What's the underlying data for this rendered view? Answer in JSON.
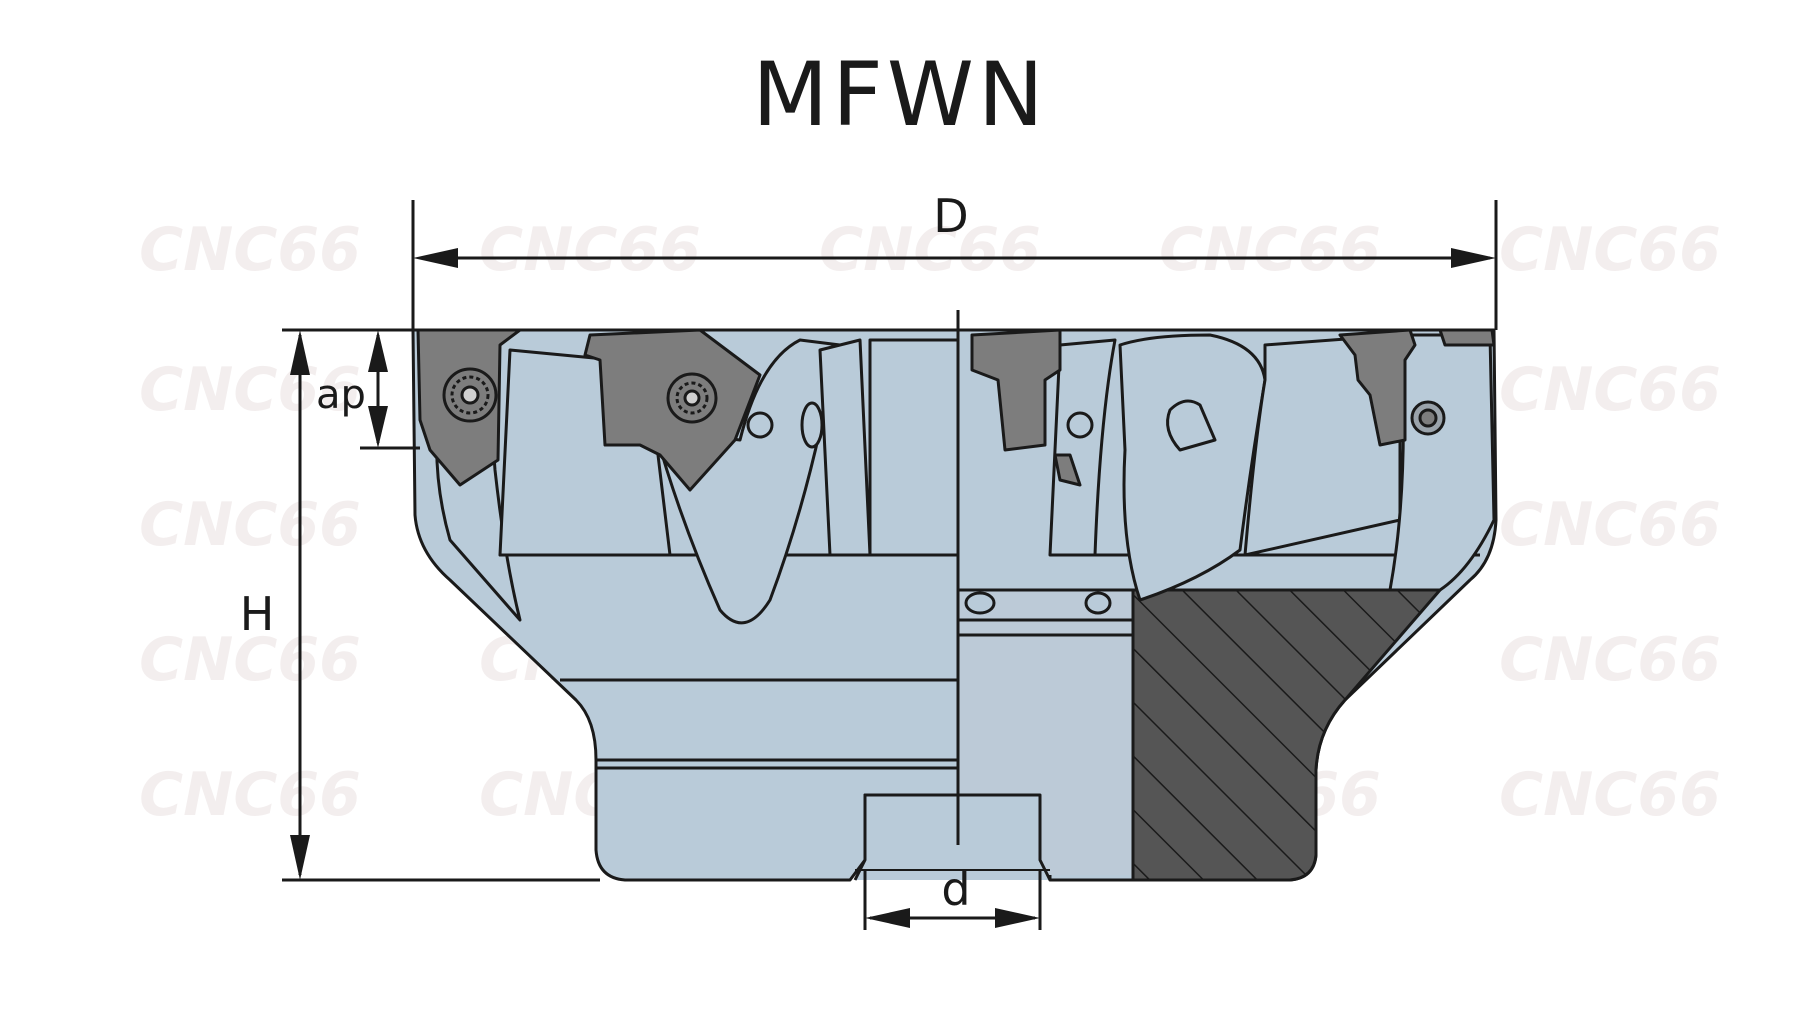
{
  "title": "MFWN",
  "dimensions": {
    "D": "D",
    "H": "H",
    "ap": "ap",
    "d": "d"
  },
  "watermark": "CNC66",
  "colors": {
    "body": "#b9cbd9",
    "outline": "#1a1a1a",
    "insert": "#7d7d7d",
    "section": "#555555"
  }
}
